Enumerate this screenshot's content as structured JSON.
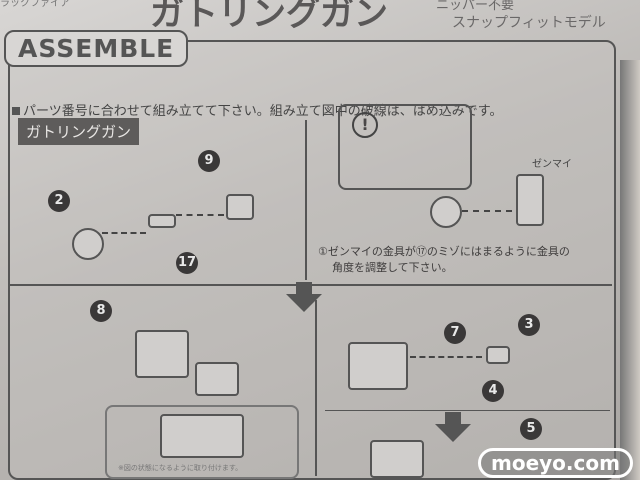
{
  "header": {
    "corner_text": "ラックファイア",
    "title": "ガトリングガン",
    "subtitle_line1": "ニッパー不要",
    "subtitle_line2": "スナップフィットモデル"
  },
  "section_tab": "ASSEMBLE",
  "instruction": "パーツ番号に合わせて組み立てて下さい。組み立て図中の破線は、はめ込みです。",
  "step_label": "ガトリングガン",
  "warning_symbol": "!",
  "spring_label": "ゼンマイ",
  "note": {
    "line1": "①ゼンマイの金具が⑰のミゾにはまるように金具の",
    "line2": "角度を調整して下さい。"
  },
  "parts": [
    "2",
    "9",
    "17",
    "8",
    "7",
    "3",
    "4",
    "5"
  ],
  "inset_caption": "※図の状態になるように取り付けます。",
  "watermark": "moeyo.com"
}
